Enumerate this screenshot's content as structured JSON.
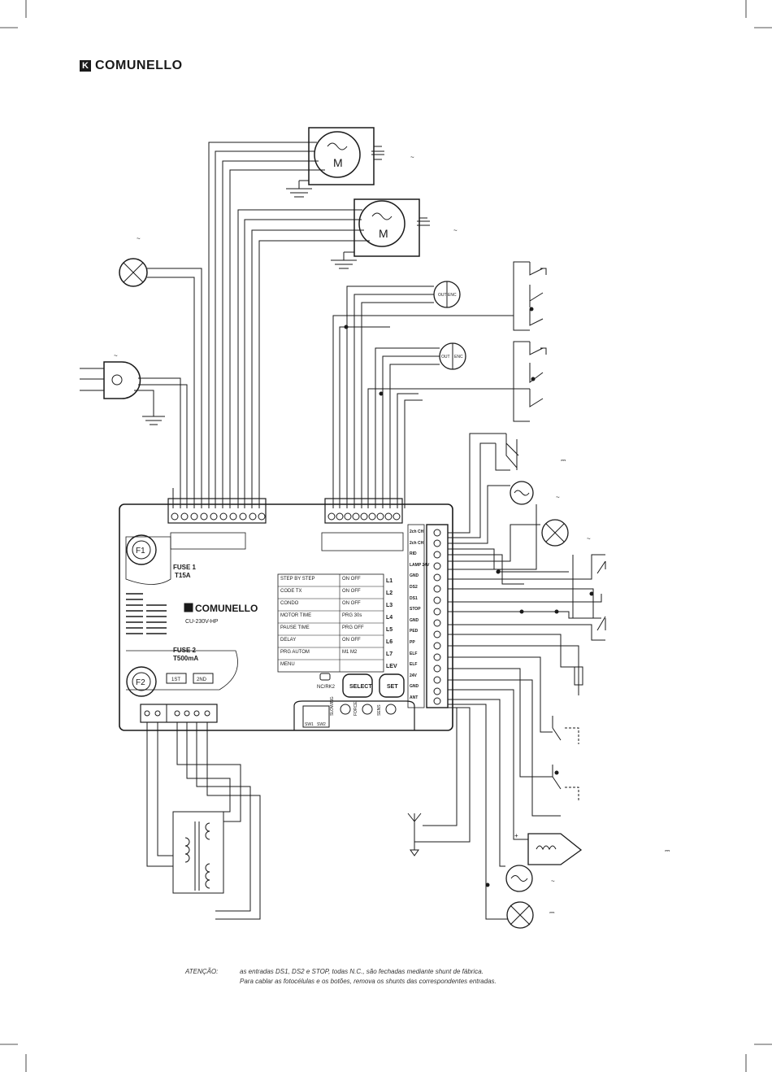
{
  "brand": {
    "logo_text": "COMUNELLO"
  },
  "board": {
    "brand": "COMUNELLO",
    "model": "CU-230V-HP",
    "fuse1": {
      "label": "FUSE 1",
      "value": "T15A"
    },
    "fuse2": {
      "label": "FUSE 2",
      "value": "T500mA"
    },
    "fuse_labels": [
      "F1",
      "F2"
    ],
    "transformer_taps": [
      "1ST",
      "2ND"
    ],
    "led_labels": [
      "L1",
      "L2",
      "L3",
      "L4",
      "L5",
      "L6",
      "L7",
      "LEV"
    ],
    "menu_rows": [
      {
        "name": "STEP BY STEP",
        "value": "ON  OFF"
      },
      {
        "name": "CODE TX",
        "value": "ON  OFF"
      },
      {
        "name": "CONDO",
        "value": "ON  OFF"
      },
      {
        "name": "MOTOR TIME",
        "value": "PRG  30s"
      },
      {
        "name": "PAUSE TIME",
        "value": "PRG  OFF"
      },
      {
        "name": "DELAY",
        "value": "ON  OFF"
      },
      {
        "name": "PRG AUTOM",
        "value": "M1  M2"
      },
      {
        "name": "MENU",
        "value": ""
      }
    ],
    "nc_label": "NC/RK2",
    "buttons": [
      "SELECT",
      "SET"
    ],
    "switches": [
      "SW1",
      "SW2"
    ],
    "trimmers": [
      "SLOWING",
      "FORCE",
      "SENS"
    ],
    "right_terminals": [
      "2ch CH",
      "2ch CH",
      "RID",
      "LAMP 24V",
      "GND",
      "DS2",
      "DS1",
      "STOP",
      "GND",
      "PED",
      "PP",
      "ELF",
      "ELF",
      "24V",
      "GND",
      "ANT"
    ],
    "motor_symbol": "M",
    "encoder_label": "ENC",
    "tilde": "~",
    "dc_symbol": "⎓"
  },
  "note": {
    "label": "ATENÇÃO:",
    "lines": [
      "as entradas DS1, DS2 e STOP, todas N.C., são fechadas mediante shunt de fábrica.",
      "Para cablar as fotocélulas e os botões, remova os shunts das correspondentes entradas."
    ]
  }
}
